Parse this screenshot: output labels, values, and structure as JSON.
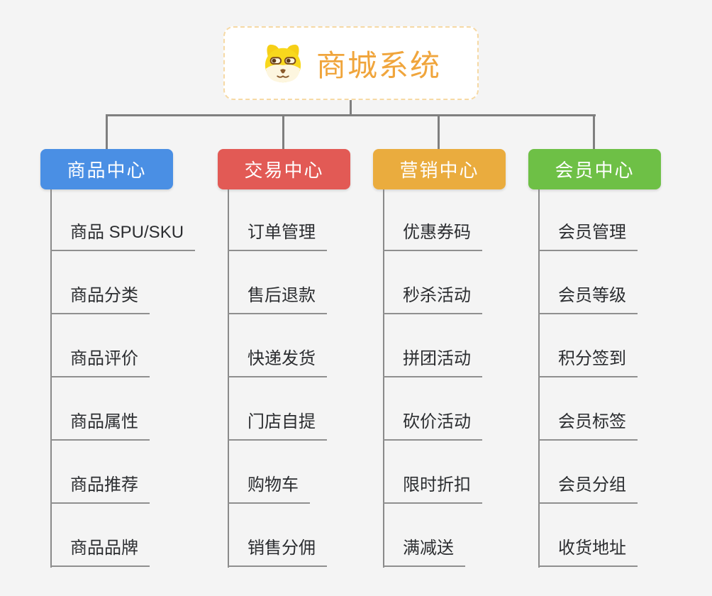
{
  "background_color": "#f4f4f4",
  "connector_color": "#7f7f7f",
  "underline_color": "#8f8f8f",
  "root": {
    "title": "商城系统",
    "icon": "shiba-dog-icon",
    "text_color": "#f0a53c",
    "border_color": "#f6d9a4"
  },
  "branches": [
    {
      "label": "商品中心",
      "color": "#4a8fe4",
      "children": [
        "商品 SPU/SKU",
        "商品分类",
        "商品评价",
        "商品属性",
        "商品推荐",
        "商品品牌"
      ]
    },
    {
      "label": "交易中心",
      "color": "#e25a55",
      "children": [
        "订单管理",
        "售后退款",
        "快递发货",
        "门店自提",
        "购物车",
        "销售分佣"
      ]
    },
    {
      "label": "营销中心",
      "color": "#eaac3e",
      "children": [
        "优惠券码",
        "秒杀活动",
        "拼团活动",
        "砍价活动",
        "限时折扣",
        "满减送"
      ]
    },
    {
      "label": "会员中心",
      "color": "#6ec046",
      "children": [
        "会员管理",
        "会员等级",
        "积分签到",
        "会员标签",
        "会员分组",
        "收货地址"
      ]
    }
  ]
}
